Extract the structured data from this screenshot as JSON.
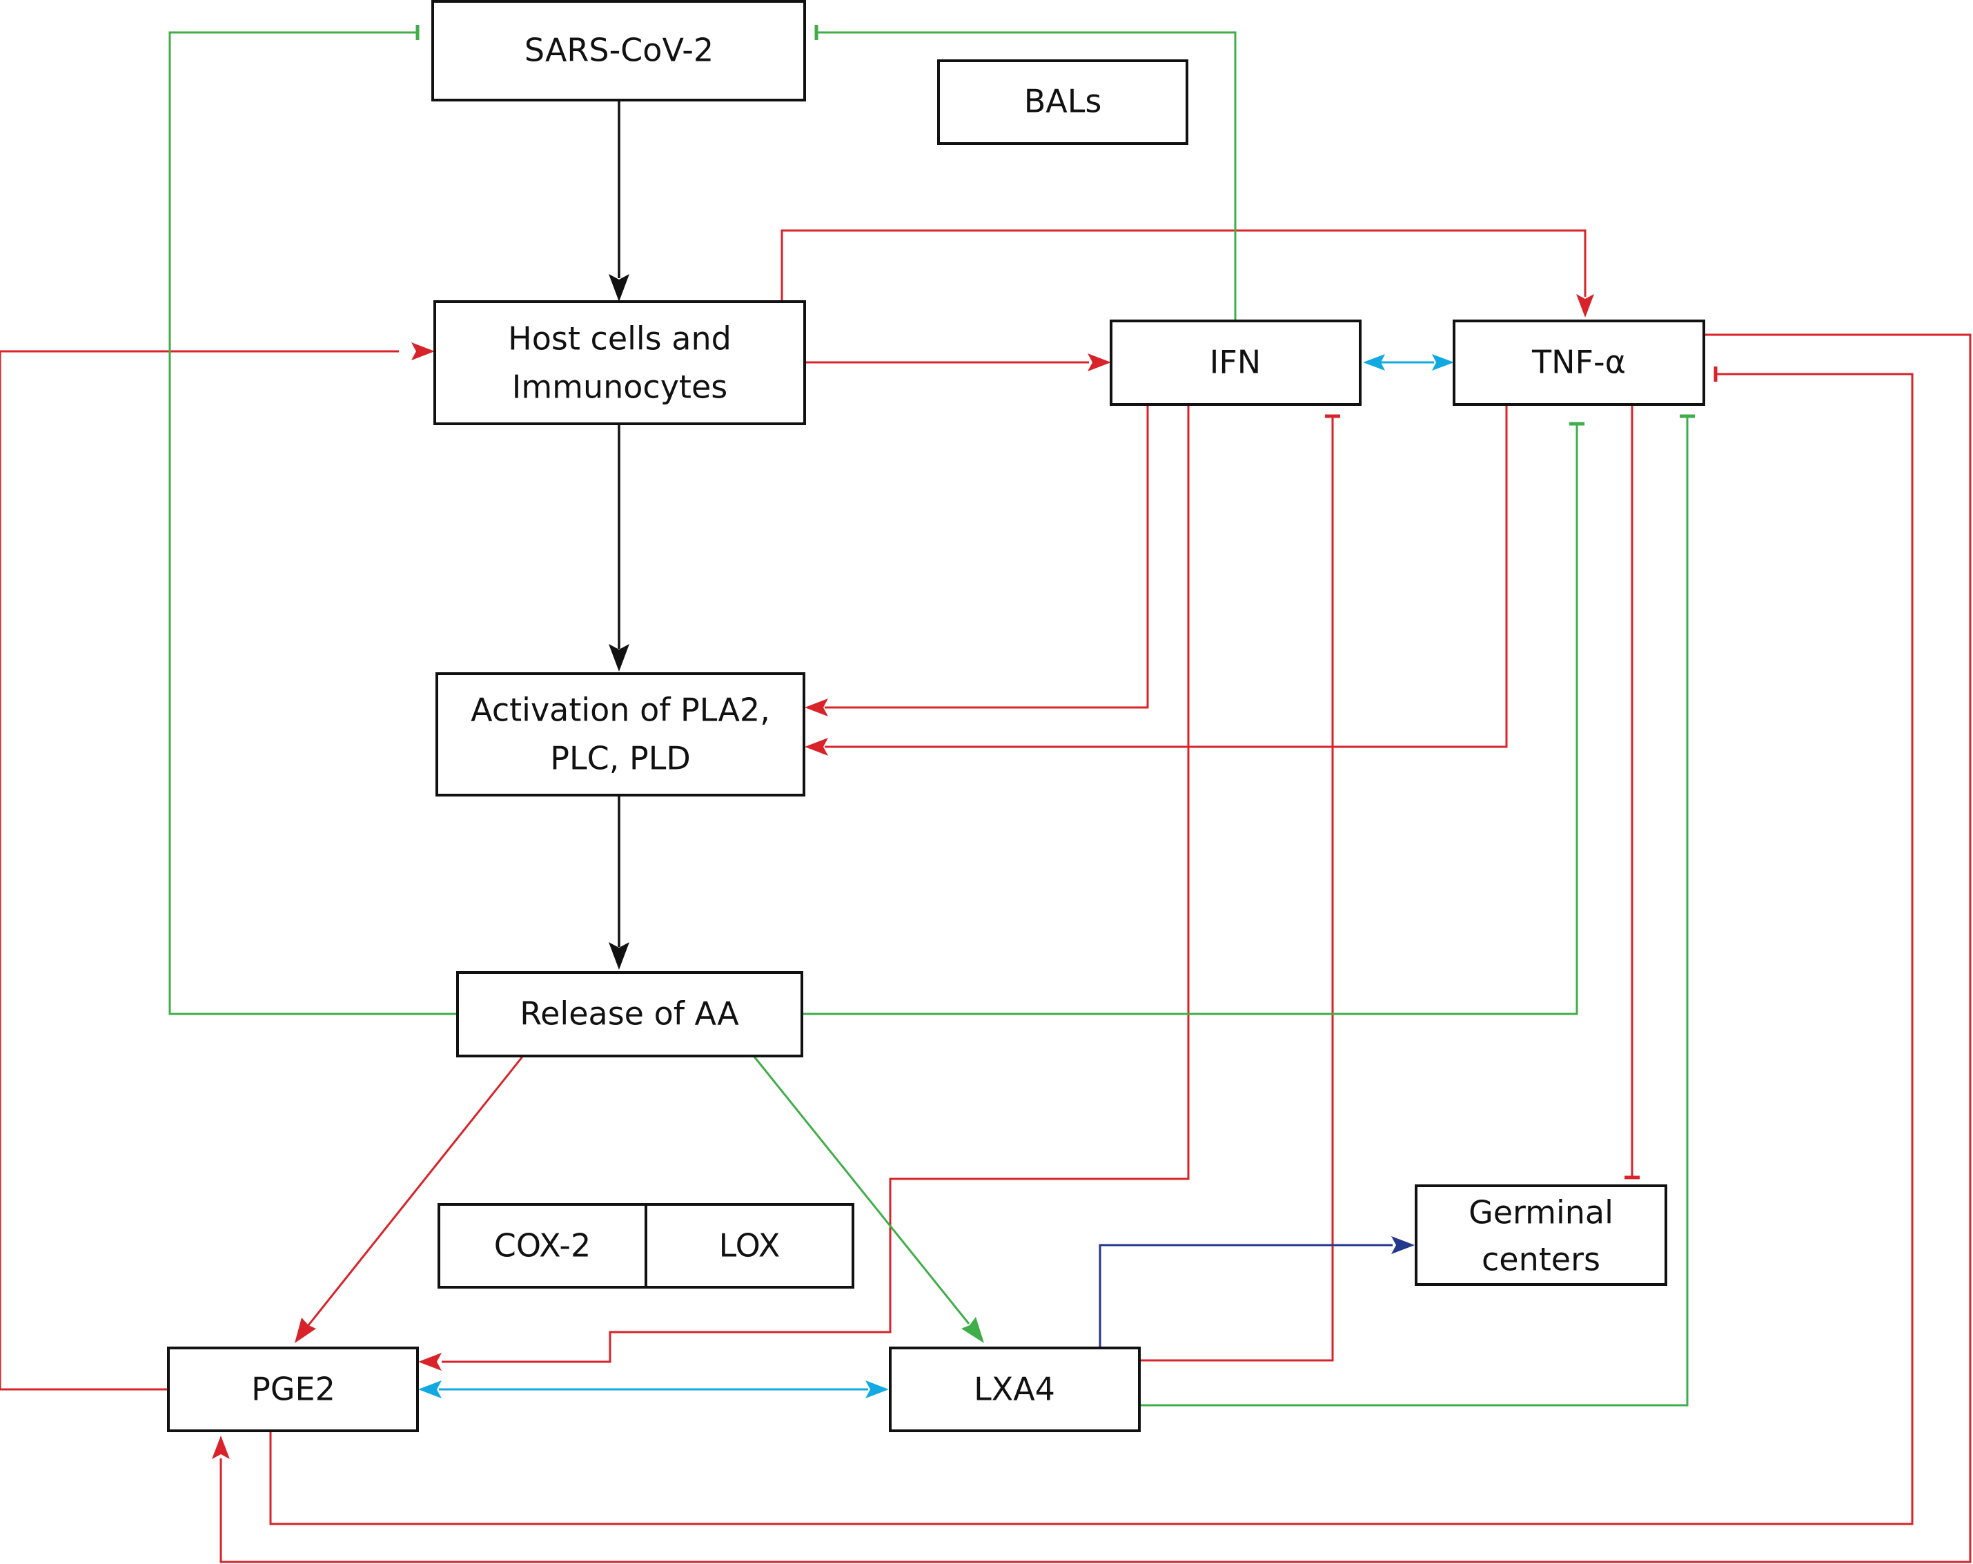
{
  "nodes": {
    "sars": "SARS-CoV-2",
    "bals": "BALs",
    "host": [
      "Host cells and",
      "Immunocytes"
    ],
    "ifn": "IFN",
    "tnf": "TNF-α",
    "pla2": [
      "Activation of PLA2,",
      "PLC, PLD"
    ],
    "aa": "Release of AA",
    "cox2": "COX-2",
    "lox": "LOX",
    "germinal": [
      "Germinal",
      "centers"
    ],
    "pge2": "PGE2",
    "lxa4": "LXA4"
  },
  "colors": {
    "activation": "#d8232a",
    "inhibition": "#3fae49",
    "pathway": "#111111",
    "reciprocal": "#11a9e2",
    "germinal_link": "#24388c"
  }
}
